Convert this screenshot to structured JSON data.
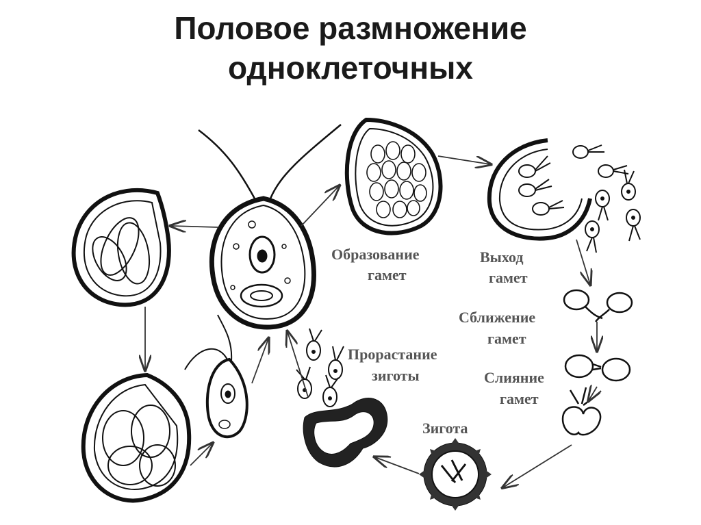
{
  "title": {
    "line1": "Половое размножение",
    "line2": "одноклеточных"
  },
  "labels": {
    "gamete_formation": [
      "Образование",
      "гамет"
    ],
    "gamete_release": [
      "Выход",
      "гамет"
    ],
    "gamete_approach": [
      "Сближение",
      "гамет"
    ],
    "gamete_fusion": [
      "Слияние",
      "гамет"
    ],
    "zygote": "Зигота",
    "zygote_germination": [
      "Прорастание",
      "зиготы"
    ]
  }
}
